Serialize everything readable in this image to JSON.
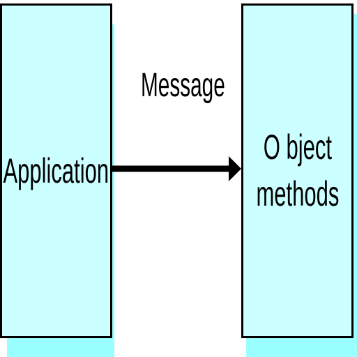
{
  "colors": {
    "box_fill": "#ccffff",
    "shadow": "#99ffff",
    "border": "#000000",
    "arrow": "#000000"
  },
  "nodes": {
    "application": {
      "label": "Application"
    },
    "object_methods": {
      "label": "O bject\nmethods"
    }
  },
  "edges": {
    "message": {
      "label": "Message",
      "from": "application",
      "to": "object_methods"
    }
  }
}
